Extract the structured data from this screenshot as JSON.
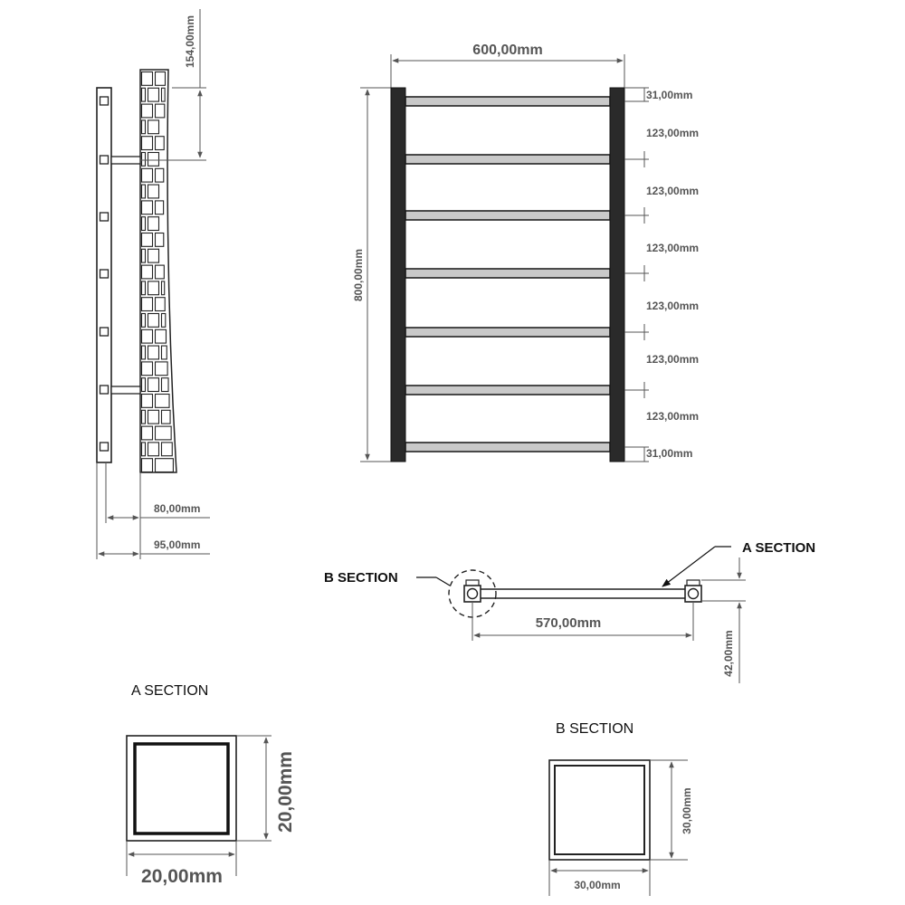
{
  "side_view": {
    "dim_top": "154,00mm",
    "dim_depth_inner": "80,00mm",
    "dim_depth_outer": "95,00mm"
  },
  "front_view": {
    "width": "600,00mm",
    "height": "800,00mm",
    "top_offset": "31,00mm",
    "bottom_offset": "31,00mm",
    "spacing": [
      "123,00mm",
      "123,00mm",
      "123,00mm",
      "123,00mm",
      "123,00mm",
      "123,00mm"
    ]
  },
  "top_view": {
    "a_callout": "A SECTION",
    "b_callout": "B SECTION",
    "span": "570,00mm",
    "depth": "42,00mm"
  },
  "section_a": {
    "title": "A SECTION",
    "width": "20,00mm",
    "height": "20,00mm"
  },
  "section_b": {
    "title": "B SECTION",
    "width": "30,00mm",
    "height": "30,00mm"
  }
}
